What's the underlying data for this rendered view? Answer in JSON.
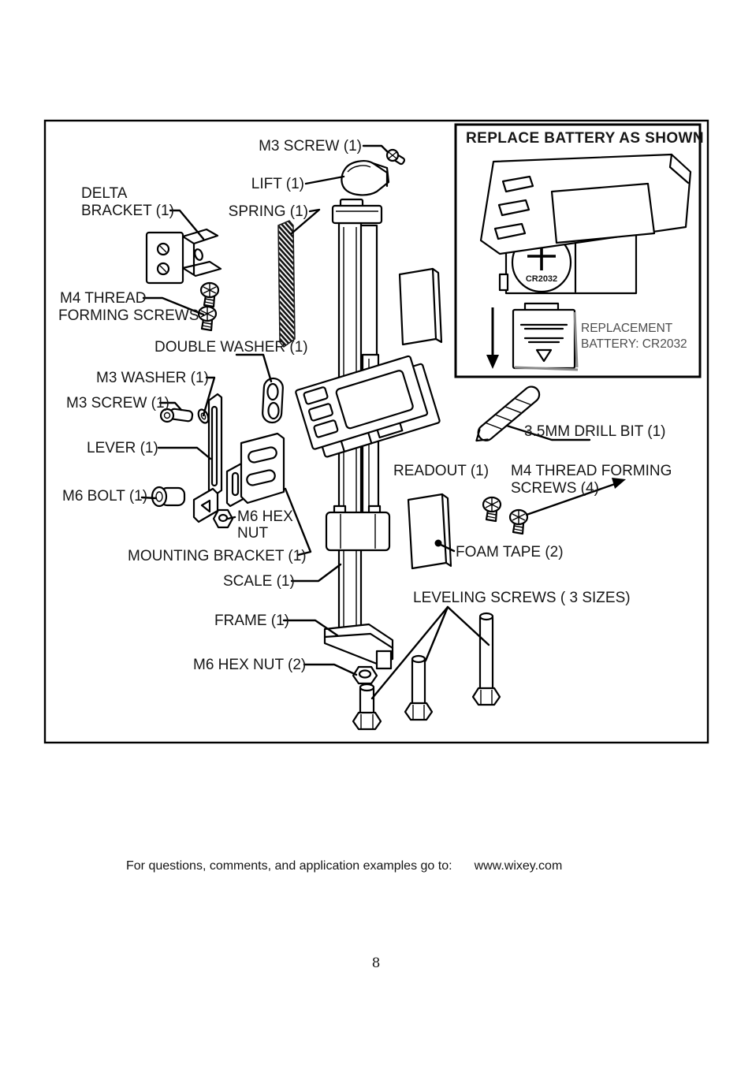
{
  "page": {
    "footer_text": "For questions, comments, and application examples go to:",
    "footer_link": "www.wixey.com",
    "page_number": "8"
  },
  "inset": {
    "title": "REPLACE BATTERY AS SHOWN",
    "battery_marking": "CR2032",
    "replacement_line1": "REPLACEMENT",
    "replacement_line2": "BATTERY: CR2032"
  },
  "labels": {
    "m3_screw_top": "M3 SCREW (1)",
    "lift": "LIFT (1)",
    "delta_bracket_l1": "DELTA",
    "delta_bracket_l2": "BRACKET (1)",
    "spring": "SPRING (1)",
    "m4_thread_left_l1": "M4 THREAD",
    "m4_thread_left_l2": "FORMING SCREWS",
    "double_washer": "DOUBLE WASHER (1)",
    "m3_washer": "M3 WASHER (1)",
    "m3_screw": "M3 SCREW (1)",
    "lever": "LEVER (1)",
    "m6_bolt": "M6 BOLT (1)",
    "m6_hex_l1": "M6 HEX",
    "m6_hex_l2": "NUT",
    "mounting_bracket": "MOUNTING BRACKET (1)",
    "scale": "SCALE (1)",
    "frame": "FRAME (1)",
    "m6_hex_nut_2": "M6 HEX NUT (2)",
    "readout": "READOUT (1)",
    "drill_bit": "3.5MM DRILL BIT (1)",
    "m4_thread_right_l1": "M4 THREAD FORMING",
    "m4_thread_right_l2": "SCREWS (4)",
    "foam_tape": "FOAM TAPE (2)",
    "leveling_screws": "LEVELING SCREWS ( 3 SIZES)"
  }
}
